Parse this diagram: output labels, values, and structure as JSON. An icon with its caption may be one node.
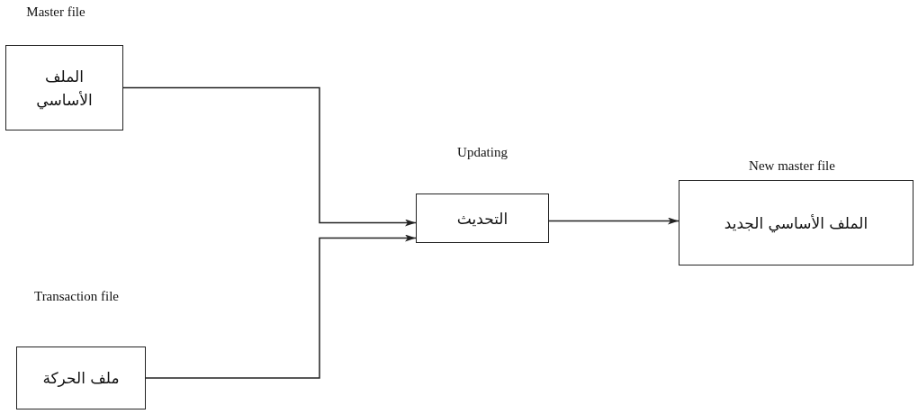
{
  "diagram": {
    "nodes": [
      {
        "text": [
          "Master file",
          "الملف الأساسي"
        ]
      },
      {
        "text": [
          "Updating",
          "التحديث"
        ]
      },
      {
        "text": [
          "New master file",
          "الملف الأساسي الجديد"
        ]
      },
      {
        "text": [
          "Transaction file",
          "ملف الحركة"
        ]
      }
    ],
    "edges": [
      {
        "from": 0,
        "to": 1,
        "arrow": "to"
      },
      {
        "from": 3,
        "to": 1,
        "arrow": "to"
      },
      {
        "from": 1,
        "to": 2,
        "arrow": "to"
      }
    ]
  }
}
